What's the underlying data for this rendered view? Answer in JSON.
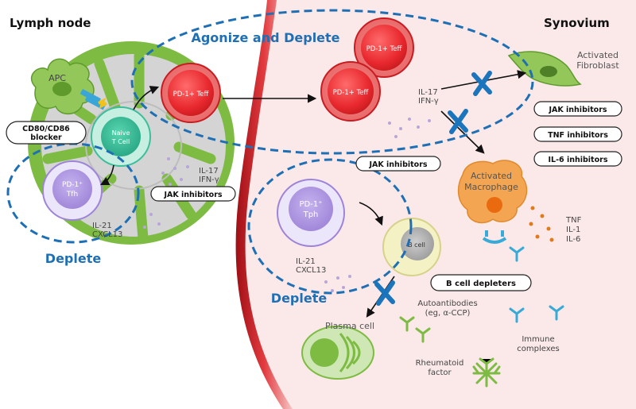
{
  "regions": {
    "lymph_node": "Lymph node",
    "synovium": "Synovium"
  },
  "strategies": {
    "agonize_deplete": "Agonize and Deplete",
    "deplete_left": "Deplete",
    "deplete_center": "Deplete"
  },
  "cells": {
    "apc": "APC",
    "naive_line1": "Naive",
    "naive_line2": "T Cell",
    "tfh_line1": "PD-1⁺",
    "tfh_line2": "Tfh",
    "teff_ln": "PD-1+ Teff",
    "teff_syn_top": "PD-1+ Teff",
    "teff_syn_bottom": "PD-1+ Teff",
    "tph_line1": "PD-1⁺",
    "tph_line2": "Tph",
    "bcell": "B cell",
    "plasma": "Plasma cell",
    "fibroblast_line1": "Activated",
    "fibroblast_line2": "Fibroblast",
    "macrophage_line1": "Activated",
    "macrophage_line2": "Macrophage"
  },
  "cytokines": {
    "ln_il17": "IL-17",
    "ln_ifn": "IFN-γ",
    "ln_il21": "IL-21",
    "ln_cxcl13": "CXCL13",
    "syn_il17": "IL-17",
    "syn_ifn": "IFN-γ",
    "tph_il21": "IL-21",
    "tph_cxcl13": "CXCL13",
    "mac_tnf": "TNF",
    "mac_il1": "IL-1",
    "mac_il6": "IL-6"
  },
  "therapies": {
    "cd80_line1": "CD80/CD86",
    "cd80_line2": "blocker",
    "jak_ln": "JAK inhibitors",
    "jak_center": "JAK inhibitors",
    "jak_right": "JAK inhibitors",
    "tnf": "TNF inhibitors",
    "il6": "IL-6 inhibitors",
    "bcell_depleters": "B cell depleters"
  },
  "products": {
    "autoab_line1": "Autoantibodies",
    "autoab_line2": "(eg, α-CCP)",
    "rf_line1": "Rheumatoid",
    "rf_line2": "factor",
    "ic_line1": "Immune",
    "ic_line2": "complexes"
  },
  "colors": {
    "dash_blue": "#1f6fb5",
    "block_x": "#1b75bc",
    "teff_red": "#e8282e",
    "tph_purple": "#c9b8ee",
    "naive_teal": "#3dbd9a",
    "synovium_bg": "#fbeaea",
    "ln_gray": "#c8c8c8",
    "green": "#7dbb42",
    "macrophage_orange": "#f3a552",
    "antibody_cyan": "#38aad8"
  }
}
